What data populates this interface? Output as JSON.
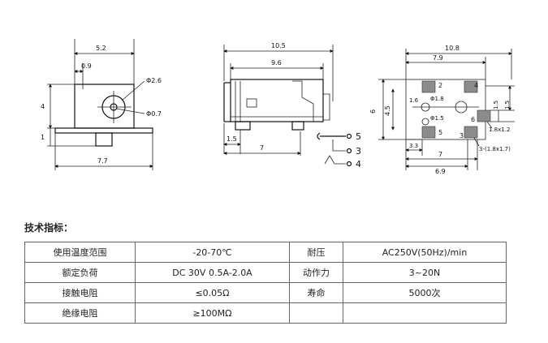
{
  "drawing": {
    "front_view": {
      "dim_width": "5.2",
      "dim_offset": "0.9",
      "dim_hole_outer": "Φ2.6",
      "dim_hole_inner": "Φ0.7",
      "dim_height": "4",
      "dim_foot": "1",
      "dim_base": "7.7"
    },
    "side_view": {
      "dim_overall": "10.5",
      "dim_body": "9.6",
      "dim_tab": "1.5",
      "dim_length": "7",
      "pin_labels": [
        "5",
        "3",
        "4"
      ]
    },
    "footprint": {
      "dim_overall": "10.8",
      "dim_top": "7.9",
      "dim_height": "6",
      "dim_hole_dist": "4.5",
      "dim_hole_a": "1.6",
      "dim_phi_18": "Φ1.8",
      "dim_phi_15": "Φ1.5",
      "dim_left": "3.3",
      "dim_mid": "7",
      "dim_bottom": "6.9",
      "dim_right_1": "1.5",
      "dim_right_2": "1.5",
      "pad_small": "1.8x1.2",
      "pad_label": "3-(1.8x1.7)",
      "pad_numbers": [
        "2",
        "4",
        "5",
        "3",
        "6"
      ]
    }
  },
  "spec": {
    "heading": "技术指标：",
    "rows": [
      [
        "使用温度范围",
        "-20-70℃",
        "耐压",
        "AC250V(50Hz)/min"
      ],
      [
        "额定负荷",
        "DC 30V   0.5A-2.0A",
        "动作力",
        "3~20N"
      ],
      [
        "接触电阻",
        "≤0.05Ω",
        "寿命",
        "5000次"
      ],
      [
        "绝缘电阻",
        "≥100MΩ",
        "",
        ""
      ]
    ]
  }
}
